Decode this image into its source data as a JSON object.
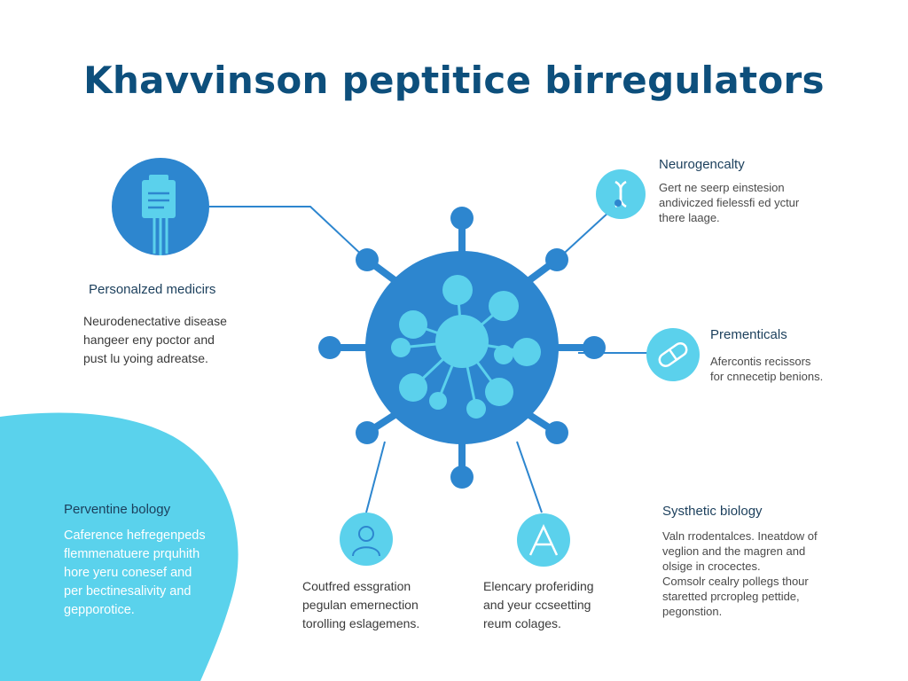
{
  "title": "Khavvinson peptitice birregulators",
  "colors": {
    "dark_blue": "#0d4f7c",
    "hub_blue": "#2d86cf",
    "node_light": "#5bd1ec",
    "accent_cyan": "#5ad2ec"
  },
  "nodes": {
    "personalized": {
      "icon": "document-icon",
      "heading": "Personalzed medicirs",
      "lines": [
        "Neurodenectative disease",
        "hangeer eny poctor and",
        "pust lu yoing adreatse."
      ]
    },
    "neurogenic": {
      "icon": "dna-icon",
      "heading": "Neurogencalty",
      "lines": [
        "Gert ne seerp einstesion",
        "andiviczed fielessfi ed yctur",
        "there laage."
      ]
    },
    "premedicals": {
      "icon": "pill-capsule-icon",
      "heading": "Prementicals",
      "lines": [
        "Afercontis recissors",
        "for cnnecetip benions."
      ]
    },
    "preventive": {
      "heading": "Perventine bology",
      "lines": [
        "Caference hefregenpeds",
        "flemmenatuere prquhith",
        "hore yeru conesef and",
        "per bectinesalivity and",
        "gepporotice."
      ]
    },
    "controlled": {
      "icon": "person-icon",
      "lines": [
        "Coutfred essgration",
        "pegulan emernection",
        "torolling eslagemens."
      ]
    },
    "elemency": {
      "icon": "triangle-a-icon",
      "lines": [
        "Elencary proferiding",
        "and yeur ccseetting",
        "reum colages."
      ]
    },
    "synthetic": {
      "heading": "Systhetic biology",
      "lines": [
        "Valn rrodentalces. Ineatdow of",
        "veglion and the magren and",
        "olsige in crocectes.",
        "Comsolr cealry pollegs thour",
        "staretted prcropleg pettide,",
        "pegonstion."
      ]
    }
  }
}
